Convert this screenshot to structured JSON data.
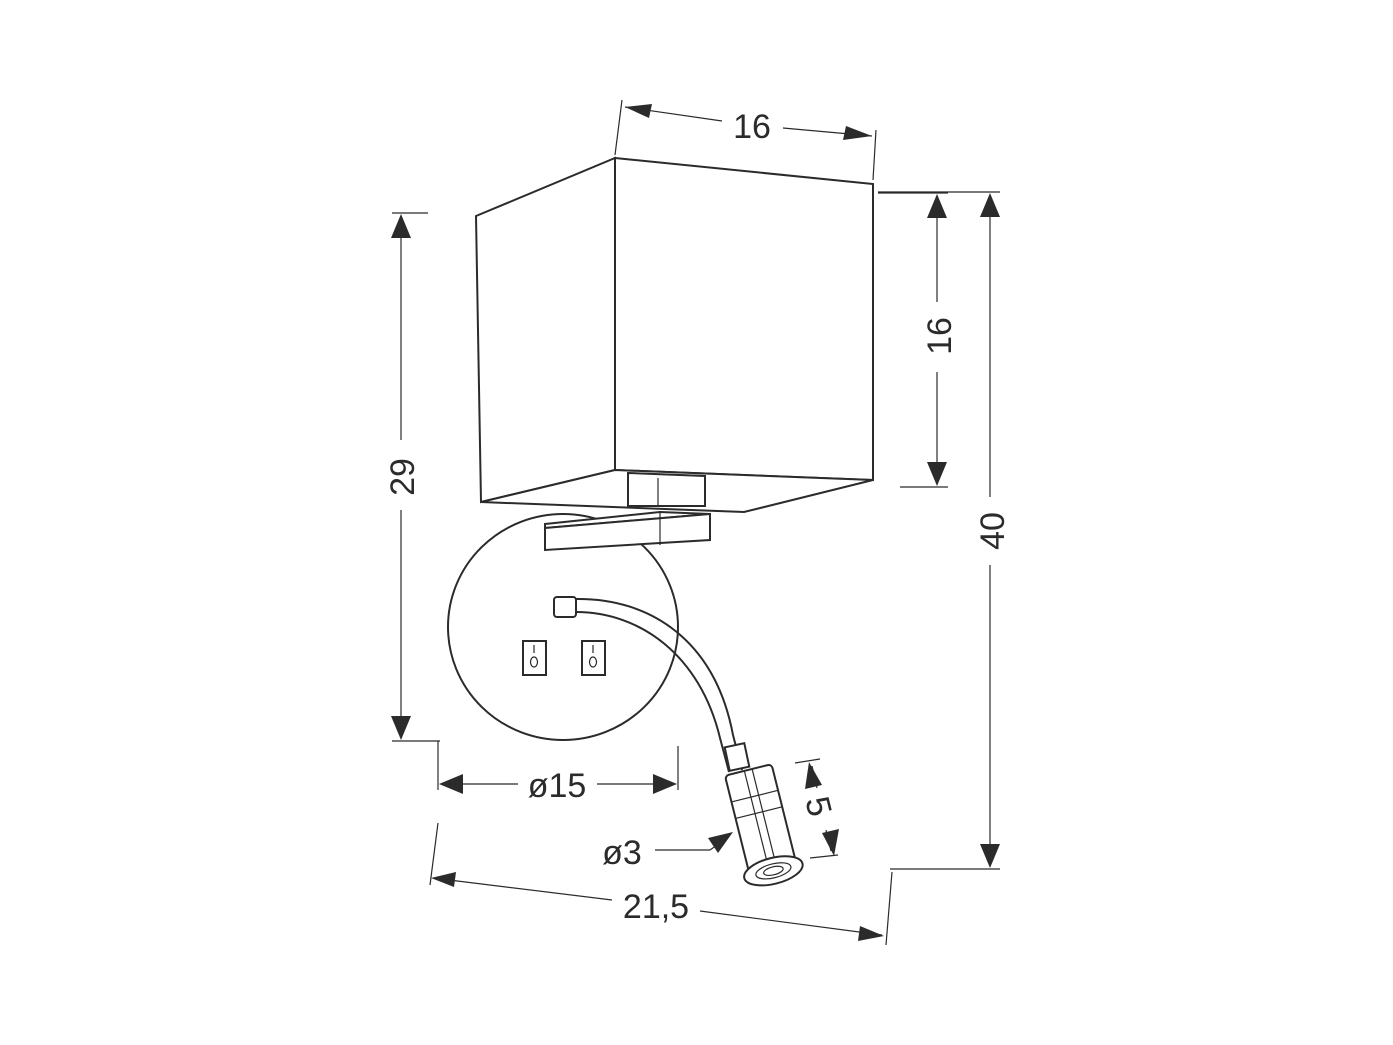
{
  "dimensions": {
    "shade_width": "16",
    "shade_height": "16",
    "total_height": "40",
    "mount_height": "29",
    "backplate_diameter": "ø15",
    "reading_head_diameter": "ø3",
    "reading_head_length": "5",
    "total_depth": "21,5"
  },
  "switches": [
    {
      "marks": "I\nO"
    },
    {
      "marks": "I\nO"
    }
  ],
  "colors": {
    "line": "#2b2b2b",
    "background": "#ffffff"
  }
}
